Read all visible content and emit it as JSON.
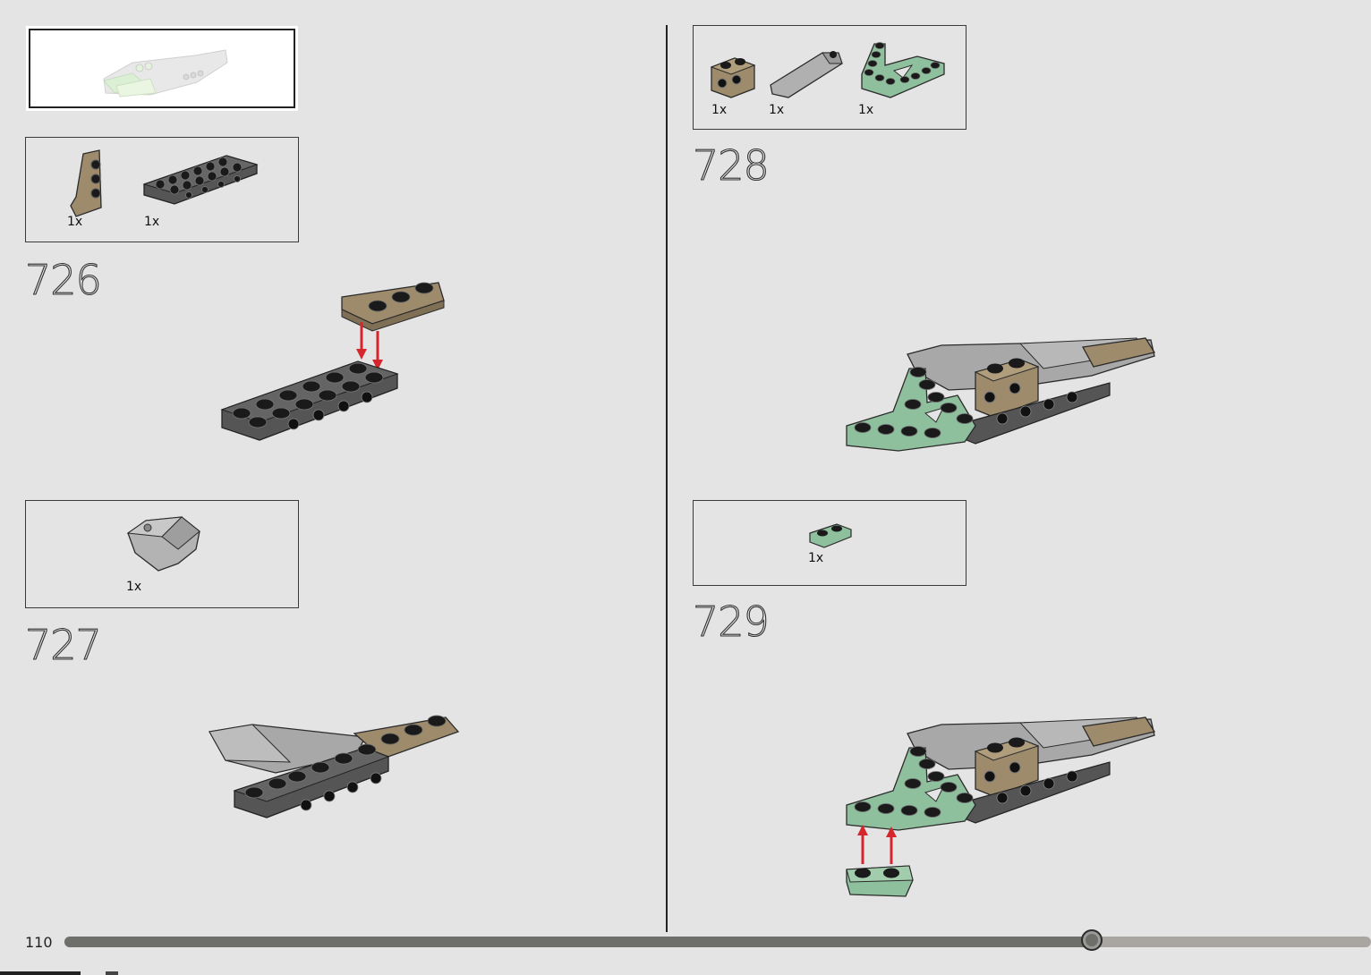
{
  "page": {
    "number": "110"
  },
  "progress": {
    "fraction": 0.786
  },
  "colors": {
    "dark_gray": "#5a5a5a",
    "light_gray": "#a8a8a8",
    "tan": "#9d8b6c",
    "sand_green": "#8fc09d",
    "arrow_red": "#d6262d",
    "background": "#e4e4e4"
  },
  "steps": [
    {
      "number": "726",
      "parts": [
        {
          "qty": "1x",
          "name": "tan-wedge-plate-left-icon"
        },
        {
          "qty": "1x",
          "name": "dark-gray-technic-plate-icon"
        }
      ]
    },
    {
      "number": "727",
      "parts": [
        {
          "qty": "1x",
          "name": "light-gray-wedge-slope-icon"
        }
      ]
    },
    {
      "number": "728",
      "parts": [
        {
          "qty": "1x",
          "name": "tan-brick-with-studs-icon"
        },
        {
          "qty": "1x",
          "name": "light-gray-slope-icon"
        },
        {
          "qty": "1x",
          "name": "sand-green-wedge-plate-icon"
        }
      ]
    },
    {
      "number": "729",
      "parts": [
        {
          "qty": "1x",
          "name": "sand-green-plate-1x2-icon"
        }
      ]
    }
  ]
}
